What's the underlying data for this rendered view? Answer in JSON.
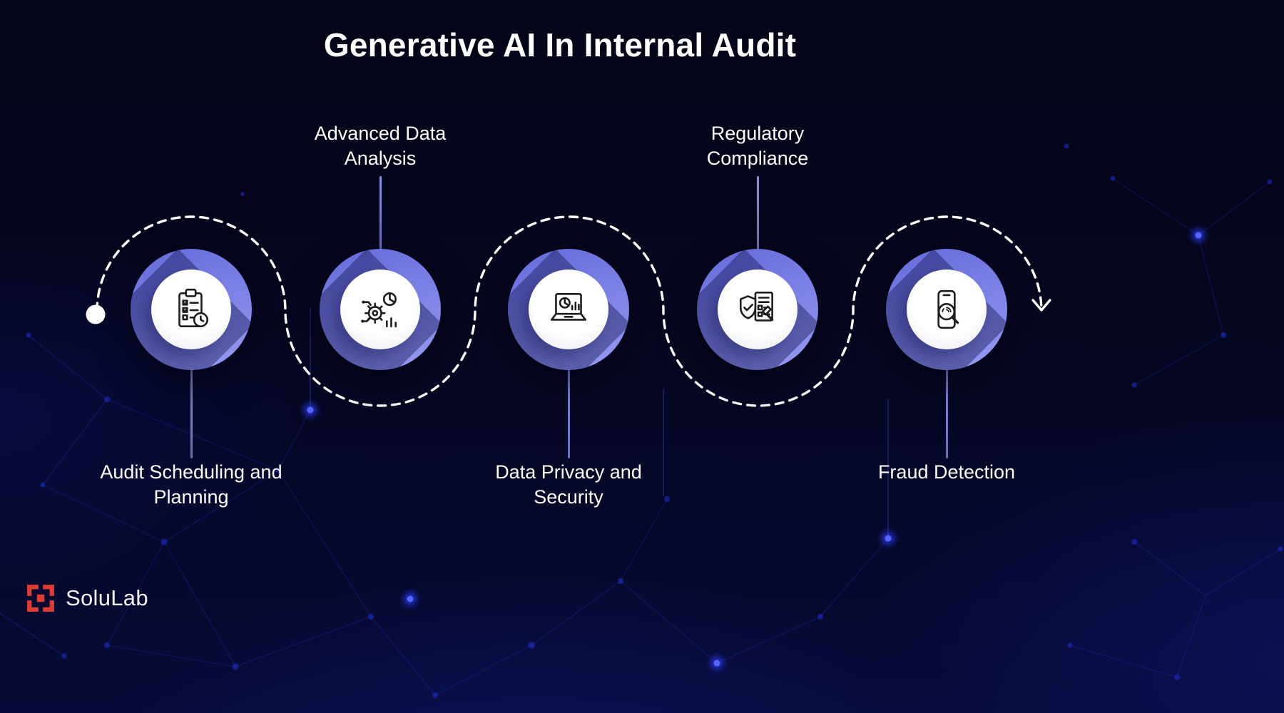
{
  "title": "Generative AI In Internal Audit",
  "brand": {
    "name": "SoluLab"
  },
  "steps": [
    {
      "id": 1,
      "label": "Audit Scheduling and Planning",
      "icon": "clipboard-checklist-clock-icon",
      "label_position": "below"
    },
    {
      "id": 2,
      "label": "Advanced Data Analysis",
      "icon": "gear-pie-bars-circuit-icon",
      "label_position": "above"
    },
    {
      "id": 3,
      "label": "Data Privacy and Security",
      "icon": "laptop-pie-bar-chart-icon",
      "label_position": "below"
    },
    {
      "id": 4,
      "label": "Regulatory Compliance",
      "icon": "shield-check-document-gavel-icon",
      "label_position": "above"
    },
    {
      "id": 5,
      "label": "Fraud Detection",
      "icon": "phone-magnifier-fingerprint-icon",
      "label_position": "below"
    }
  ],
  "flow": {
    "line_style": "dashed",
    "start_marker": "dot",
    "end_marker": "down-arrow"
  },
  "colors": {
    "background": "#04051d",
    "ring_gradient_top": "#6a70dc",
    "ring_gradient_bottom": "#9095ee",
    "icon_disc": "#ffffff",
    "dashed_line": "#ffffff",
    "label_text": "#ffffff",
    "connector": "#9298f0",
    "logo_red": "#dd3c35",
    "network_blue": "#2335d8"
  }
}
